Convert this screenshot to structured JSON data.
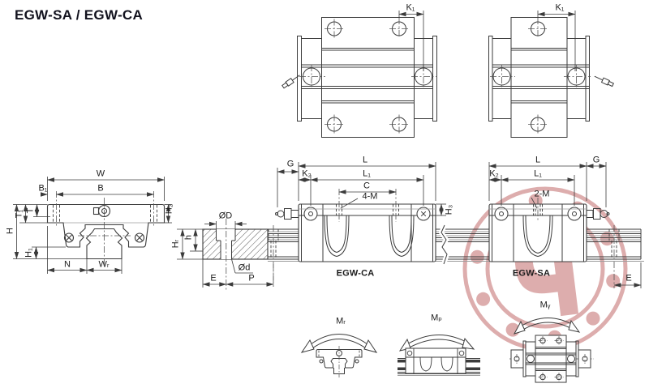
{
  "title": "EGW-SA / EGW-CA",
  "colors": {
    "line": "#3b3b3b",
    "gray_line": "#9b9b9b",
    "text": "#1b1b1b",
    "watermark": "#ddadad",
    "background": "#ffffff"
  },
  "labels": {
    "top_ca": {
      "k1": "K₁"
    },
    "top_sa": {
      "k1": "K₁"
    },
    "front": {
      "w": "W",
      "b": "B",
      "b1": "B₁",
      "t1": "T₁",
      "t": "T",
      "h": "H",
      "h1": "H₁",
      "h2": "H₂",
      "n": "N",
      "wr": "Wᵣ"
    },
    "rail": {
      "od_big": "ØD",
      "od_small": "Ød",
      "e": "E",
      "p": "P",
      "hr": "Hᵣ",
      "h": "h"
    },
    "side_ca": {
      "g": "G",
      "l": "L",
      "k2": "K₂",
      "l1": "L₁",
      "c": "C",
      "m": "4-M",
      "h3": "H₃",
      "caption": "EGW-CA"
    },
    "side_sa": {
      "l": "L",
      "g": "G",
      "k2": "K₂",
      "l1": "L₁",
      "m": "2-M",
      "e": "E",
      "caption": "EGW-SA"
    },
    "moments": {
      "mr": "Mᵣ",
      "mp": "Mₚ",
      "my": "Mᵧ"
    }
  }
}
